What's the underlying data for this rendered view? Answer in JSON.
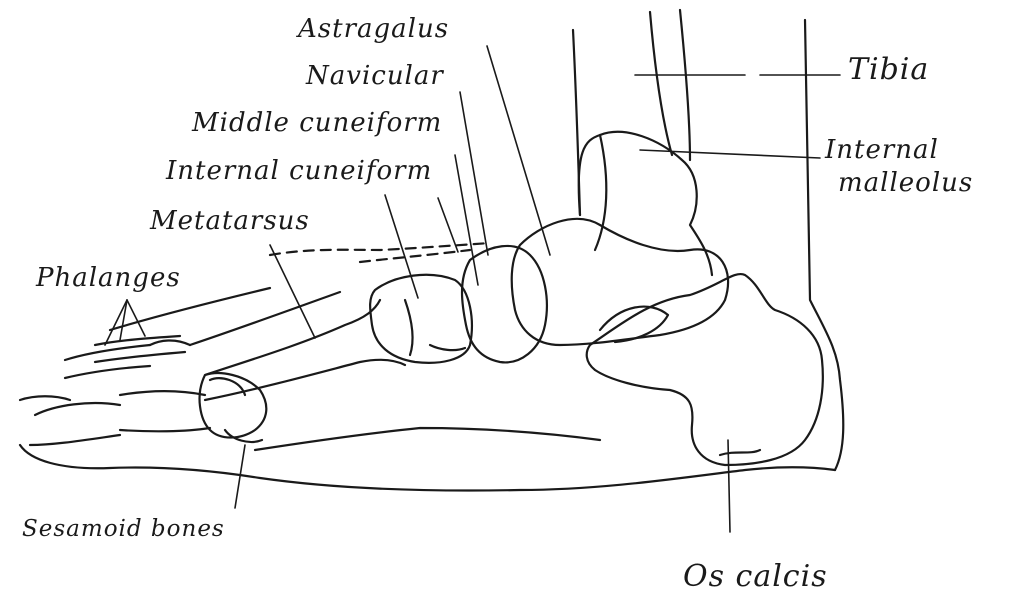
{
  "diagram": {
    "labels": {
      "astragalus": "Astragalus",
      "navicular": "Navicular",
      "middle_cuneiform": "Middle cuneiform",
      "internal_cuneiform": "Internal cuneiform",
      "metatarsus": "Metatarsus",
      "phalanges": "Phalanges",
      "sesamoid_bones": "Sesamoid bones",
      "os_calcis": "Os calcis",
      "tibia": "Tibia",
      "internal_malleolus_line1": "Internal",
      "internal_malleolus_line2": "malleolus"
    }
  }
}
